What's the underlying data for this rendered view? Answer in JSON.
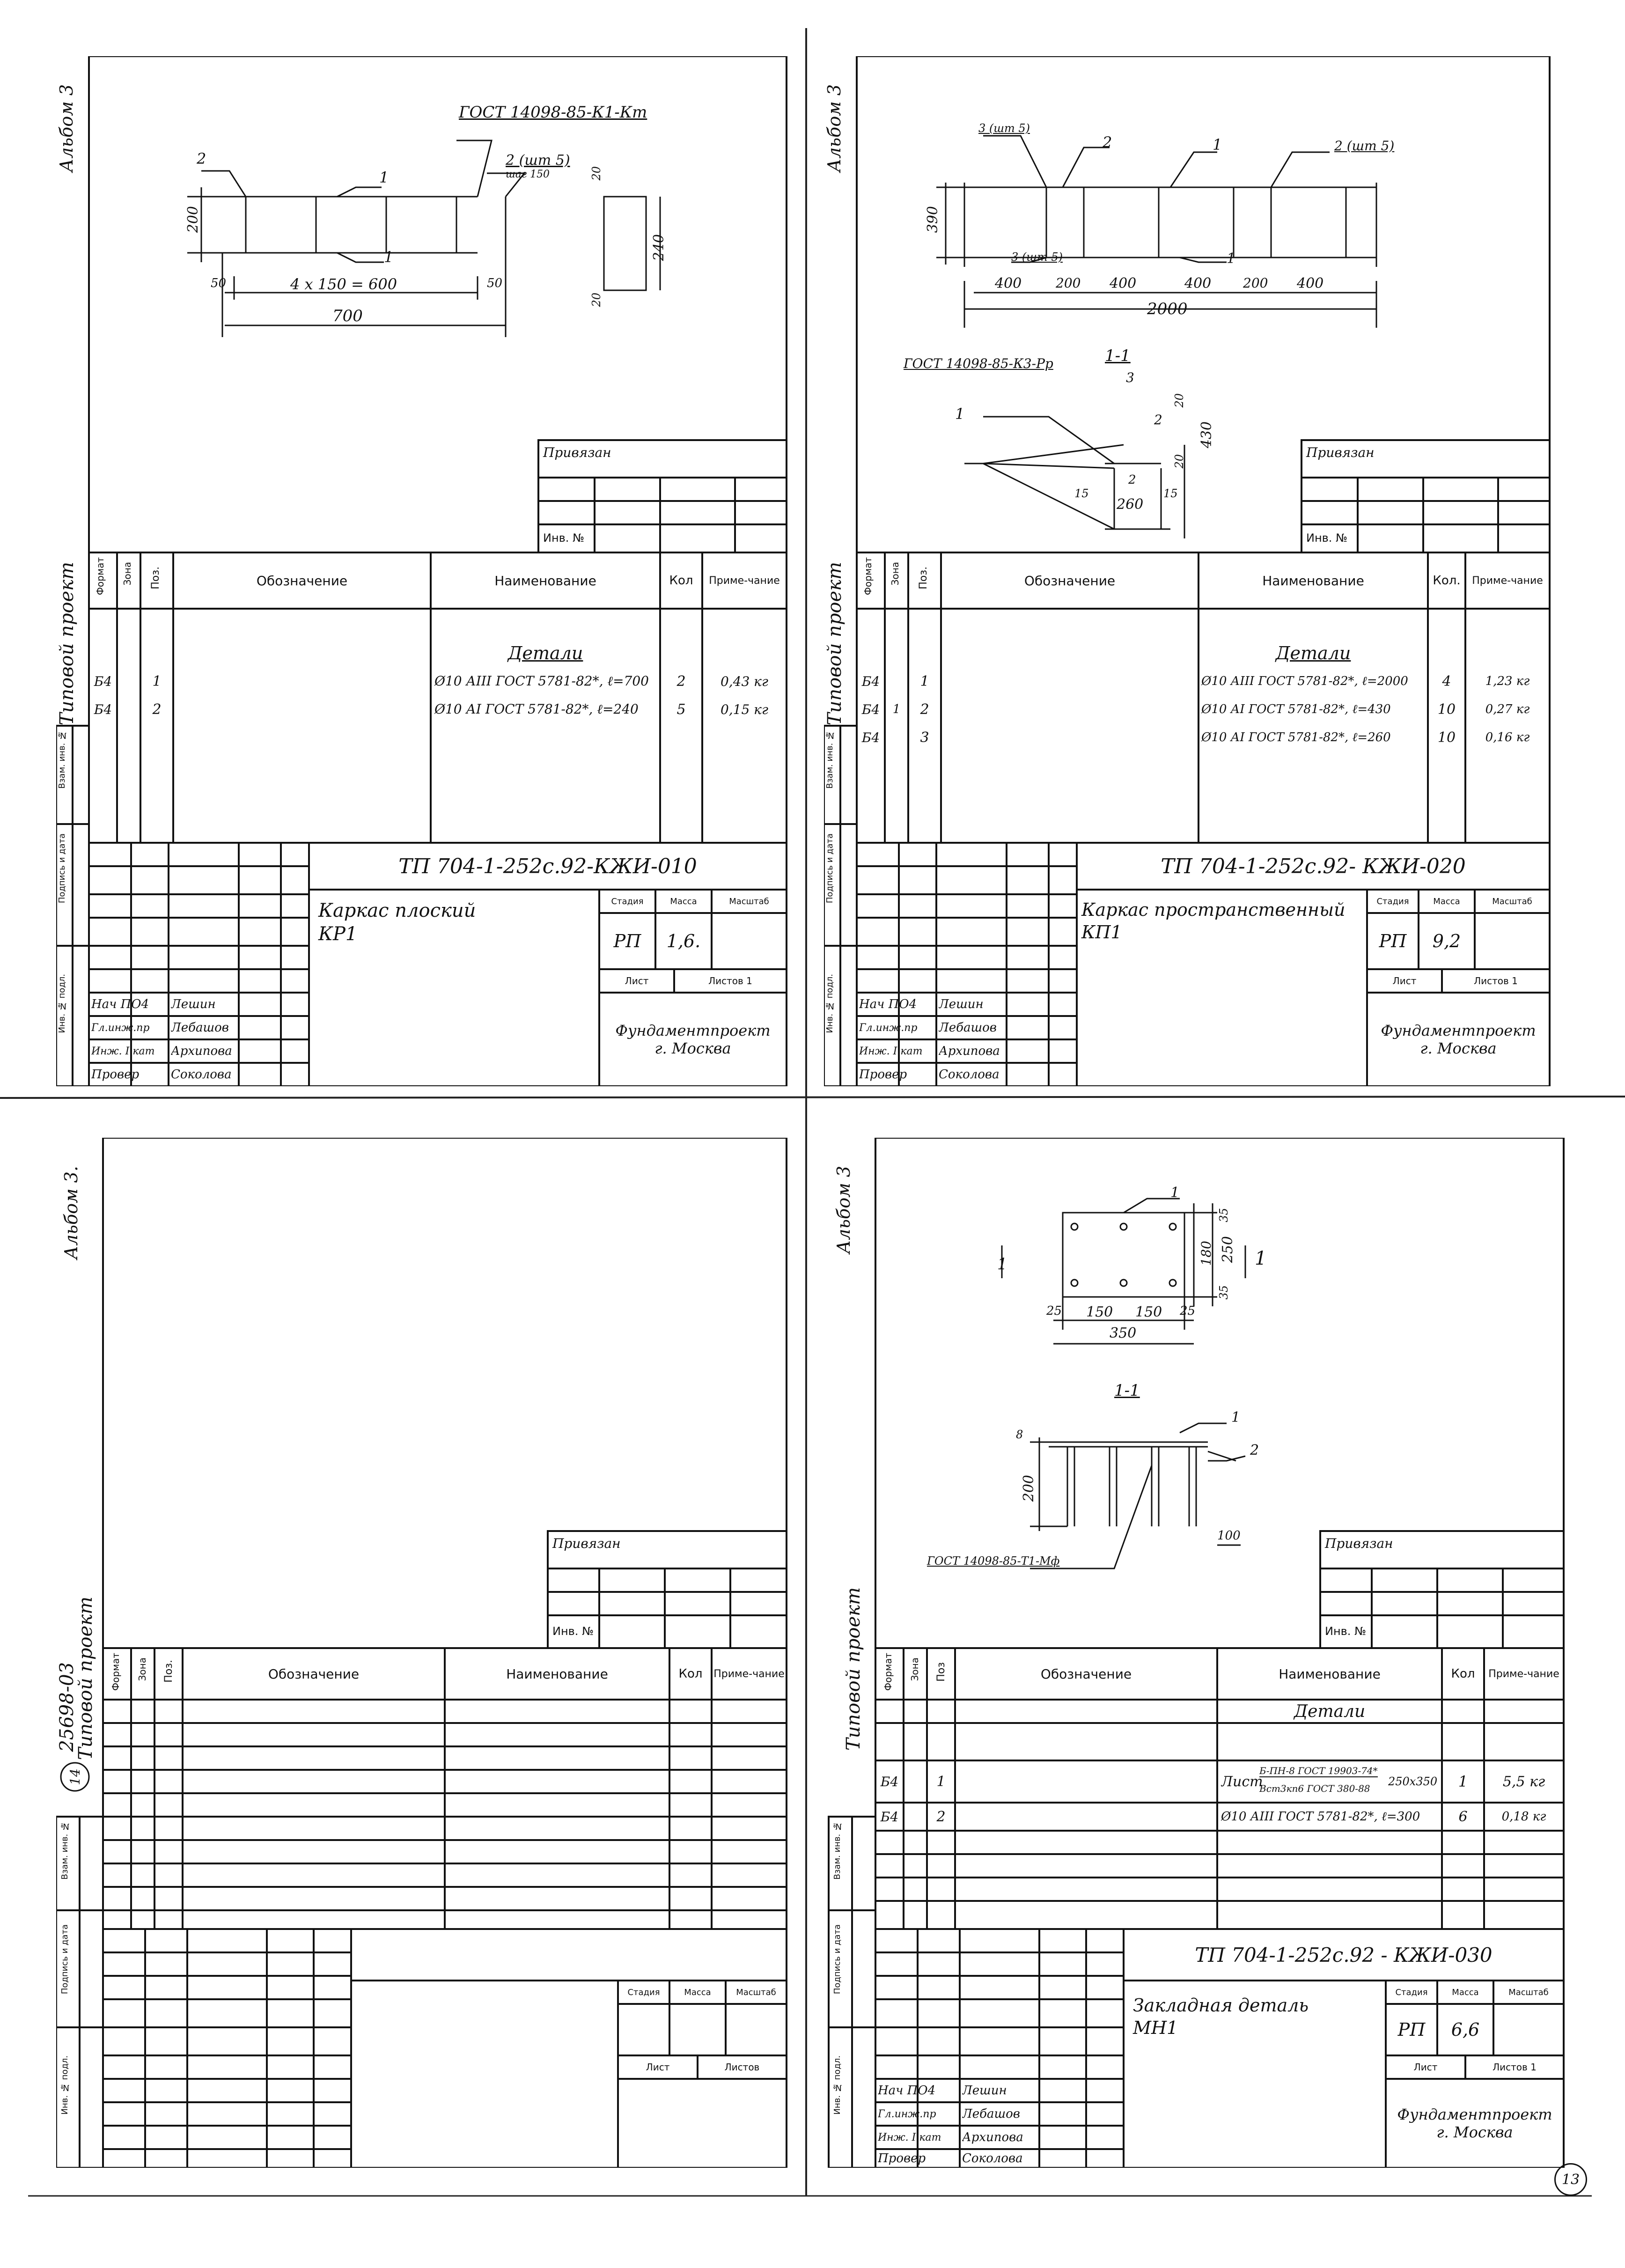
{
  "sheets": [
    {
      "album": "Альбом 3",
      "project": "Типовой проект",
      "drawing": {
        "gost": "ГОСТ 14098-85-К1-Кт",
        "pos1": "1",
        "pos1b": "1",
        "pos2": "2",
        "pos2r": "2 (шт 5)",
        "step": "шаг 150",
        "h200": "200",
        "spacing": "4 x 150 = 600",
        "d50a": "50",
        "d50b": "50",
        "len700": "700",
        "d20": "20",
        "d240": "240",
        "d20b": "20"
      },
      "privyazan": "Привязан",
      "inv": "Инв. №",
      "table_headers": {
        "format": "Формат",
        "zone": "Зона",
        "pos": "Поз.",
        "designation": "Обозначение",
        "name": "Наименование",
        "qty": "Кол",
        "note": "Приме-чание"
      },
      "section": "Детали",
      "rows": [
        {
          "format": "Б4",
          "pos": "1",
          "name": "Ø10 АIII ГОСТ 5781-82*, ℓ=700",
          "qty": "2",
          "note": "0,43 кг"
        },
        {
          "format": "Б4",
          "pos": "2",
          "name": "Ø10 АI ГОСТ 5781-82*, ℓ=240",
          "qty": "5",
          "note": "0,15 кг"
        }
      ],
      "side_labels": [
        "Взам. инв. №",
        "Подпись и дата",
        "Инв. № подл."
      ],
      "code": "ТП 704-1-252с.92-КЖИ-010",
      "title": "Каркас плоский\nКР1",
      "stage_h": "Стадия",
      "mass_h": "Масса",
      "scale_h": "Масштаб",
      "stage": "РП",
      "mass": "1,6.",
      "sheet_h": "Лист",
      "sheets_h": "Листов 1",
      "org": "Фундаментпроект\nг. Москва",
      "signatures": [
        {
          "role": "Нач ПО4",
          "name": "Лешин"
        },
        {
          "role": "Гл.инж.пр",
          "name": "Лебашов"
        },
        {
          "role": "Инж. I кат",
          "name": "Архипова"
        },
        {
          "role": "Провер",
          "name": "Соколова"
        }
      ]
    },
    {
      "album": "Альбом 3",
      "project": "Типовой проект",
      "drawing": {
        "p3": "3 (шт 5)",
        "p2": "2",
        "p1": "1",
        "p2r": "2 (шт 5)",
        "p3b": "3 (шт 5)",
        "p1b": "1",
        "h390": "390",
        "d400a": "400",
        "d200a": "200",
        "d400b": "400",
        "d400c": "400",
        "d200b": "200",
        "d400d": "400",
        "len2000": "2000",
        "gost": "ГОСТ 14098-85-К3-Рр",
        "sec": "1-1",
        "sp1": "1",
        "sp3": "3",
        "sp2": "2",
        "sp2b": "2",
        "d20a": "20",
        "d430": "430",
        "d20b": "20",
        "d15a": "15",
        "d260": "260",
        "d15b": "15"
      },
      "privyazan": "Привязан",
      "inv": "Инв. №",
      "table_headers": {
        "format": "Формат",
        "zone": "Зона",
        "pos": "Поз.",
        "designation": "Обозначение",
        "name": "Наименование",
        "qty": "Кол.",
        "note": "Приме-чание"
      },
      "section": "Детали",
      "rows": [
        {
          "format": "Б4",
          "zone": "",
          "pos": "1",
          "name": "Ø10 АIII ГОСТ 5781-82*, ℓ=2000",
          "qty": "4",
          "note": "1,23 кг"
        },
        {
          "format": "Б4",
          "zone": "1",
          "pos": "2",
          "name": "Ø10 АI ГОСТ 5781-82*, ℓ=430",
          "qty": "10",
          "note": "0,27 кг"
        },
        {
          "format": "Б4",
          "zone": "",
          "pos": "3",
          "name": "Ø10 АI ГОСТ 5781-82*, ℓ=260",
          "qty": "10",
          "note": "0,16 кг"
        }
      ],
      "side_labels": [
        "Взам. инв. №",
        "Подпись и дата",
        "Инв. № подл."
      ],
      "code": "ТП 704-1-252с.92- КЖИ-020",
      "title": "Каркас пространственный\nКП1",
      "stage_h": "Стадия",
      "mass_h": "Масса",
      "scale_h": "Масштаб",
      "stage": "РП",
      "mass": "9,2",
      "sheet_h": "Лист",
      "sheets_h": "Листов 1",
      "org": "Фундаментпроект\nг. Москва",
      "signatures": [
        {
          "role": "Нач ПО4",
          "name": "Лешин"
        },
        {
          "role": "Гл.инж.пр",
          "name": "Лебашов"
        },
        {
          "role": "Инж. I кат",
          "name": "Архипова"
        },
        {
          "role": "Провер",
          "name": "Соколова"
        }
      ]
    },
    {
      "album": "Альбом 3.",
      "project": "Типовой проект",
      "project_num": "25698-03",
      "stamp_num": "14",
      "privyazan": "Привязан",
      "inv": "Инв. №",
      "table_headers": {
        "format": "Формат",
        "zone": "Зона",
        "pos": "Поз.",
        "designation": "Обозначение",
        "name": "Наименование",
        "qty": "Кол",
        "note": "Приме-чание"
      },
      "side_labels": [
        "Взам. инв. №",
        "Подпись и дата",
        "Инв. № подл."
      ],
      "stage_h": "Стадия",
      "mass_h": "Масса",
      "scale_h": "Масштаб",
      "sheet_h": "Лист",
      "sheets_h": "Листов"
    },
    {
      "album": "Альбом 3",
      "project": "Типовой проект",
      "drawing": {
        "p1": "1",
        "d35a": "35",
        "d180": "180",
        "d250": "250",
        "d35b": "35",
        "d25a": "25",
        "d150a": "150",
        "d150b": "150",
        "d25b": "25",
        "d350": "350",
        "cutL": "1",
        "cutR": "1",
        "sec": "1-1",
        "s1": "1",
        "s2": "2",
        "d8": "8",
        "d200": "200",
        "d100": "100",
        "gost": "ГОСТ 14098-85-Т1-Мф"
      },
      "privyazan": "Привязан",
      "inv": "Инв. №",
      "table_headers": {
        "format": "Формат",
        "zone": "Зона",
        "pos": "Поз",
        "designation": "Обозначение",
        "name": "Наименование",
        "qty": "Кол",
        "note": "Приме-чание"
      },
      "section": "Детали",
      "rows": [
        {
          "format": "Б4",
          "pos": "1",
          "name_prefix": "Лист",
          "name_top": "Б-ПН-8 ГОСТ 19903-74*",
          "name_bot": "Вст3кп6 ГОСТ 380-88",
          "name_suffix": "250x350",
          "qty": "1",
          "note": "5,5 кг"
        },
        {
          "format": "Б4",
          "pos": "2",
          "name": "Ø10 АIII ГОСТ 5781-82*, ℓ=300",
          "qty": "6",
          "note": "0,18 кг"
        }
      ],
      "side_labels": [
        "Взам. инв. №",
        "Подпись и дата",
        "Инв. № подл."
      ],
      "code": "ТП 704-1-252с.92 - КЖИ-030",
      "title": "Закладная деталь\nМН1",
      "stage_h": "Стадия",
      "mass_h": "Масса",
      "scale_h": "Масштаб",
      "stage": "РП",
      "mass": "6,6",
      "sheet_h": "Лист",
      "sheets_h": "Листов 1",
      "org": "Фундаментпроект\nг. Москва",
      "signatures": [
        {
          "role": "Нач ПО4",
          "name": "Лешин"
        },
        {
          "role": "Гл.инж.пр",
          "name": "Лебашов"
        },
        {
          "role": "Инж. I кат",
          "name": "Архипова"
        },
        {
          "role": "Провер",
          "name": "Соколова"
        }
      ]
    }
  ],
  "page_number": "13"
}
